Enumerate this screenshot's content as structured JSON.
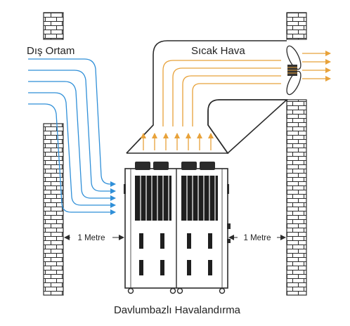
{
  "labels": {
    "outside_air": "Dış Ortam",
    "hot_air": "Sıcak Hava",
    "distance_left": "1 Metre",
    "distance_right": "1 Metre",
    "caption": "Davlumbazlı Havalandırma"
  },
  "colors": {
    "cold_air": "#2f8fd8",
    "hot_air": "#e8a23a",
    "outline": "#2b2b2b",
    "unit_body": "#ffffff"
  },
  "icons": [
    "brick-wall",
    "hood",
    "axial-fan",
    "chiller-unit",
    "caster-wheel"
  ]
}
